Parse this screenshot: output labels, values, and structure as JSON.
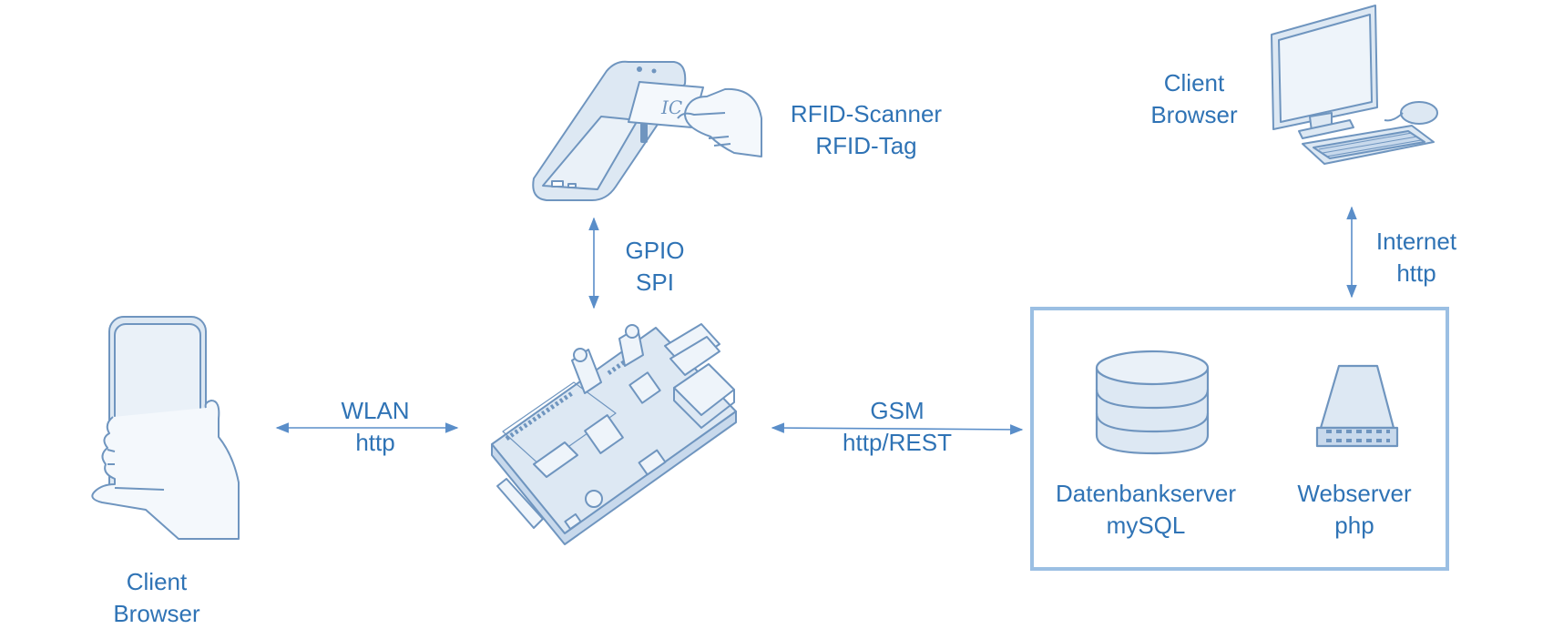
{
  "palette": {
    "label": "#2f73b5",
    "line": "#5a8ec9",
    "sketch": "#6f95bf",
    "fill": "#dde8f3",
    "box": "#9bbfe3"
  },
  "nodes": {
    "rfid": {
      "icon": "rfid-scanner-icon",
      "line1": "RFID-Scanner",
      "line2": "RFID-Tag"
    },
    "card_text": "IC",
    "client_desktop": {
      "icon": "desktop-computer-icon",
      "line1": "Client",
      "line2": "Browser"
    },
    "client_mobile": {
      "icon": "smartphone-hand-icon",
      "line1": "Client",
      "line2": "Browser"
    },
    "raspberry": {
      "icon": "raspberry-pi-board-icon"
    },
    "database": {
      "icon": "database-icon",
      "line1": "Datenbankserver",
      "line2": "mySQL"
    },
    "webserver": {
      "icon": "server-icon",
      "line1": "Webserver",
      "line2": "php"
    }
  },
  "links": {
    "gpio": {
      "line1": "GPIO",
      "line2": "SPI"
    },
    "wlan": {
      "line1": "WLAN",
      "line2": "http"
    },
    "gsm": {
      "line1": "GSM",
      "line2": "http/REST"
    },
    "internet": {
      "line1": "Internet",
      "line2": "http"
    }
  }
}
